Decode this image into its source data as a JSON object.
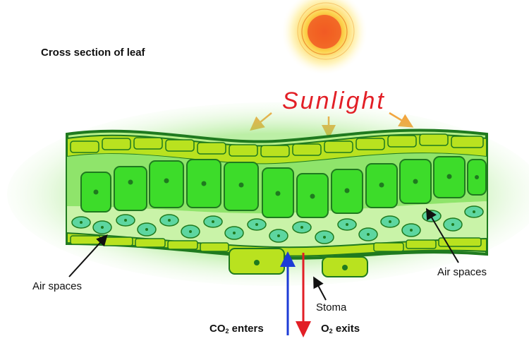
{
  "title": "Cross section of leaf",
  "sunlight_label": "Sunlight",
  "labels": {
    "air_spaces_left": "Air spaces",
    "air_spaces_right": "Air spaces",
    "stoma": "Stoma",
    "co2_prefix": "CO",
    "co2_sub": "2",
    "co2_suffix": " enters",
    "o2_prefix": "O",
    "o2_sub": "2",
    "o2_suffix": " exits"
  },
  "colors": {
    "sun_core": "#f15a24",
    "sun_glow": "#fff1a8",
    "leaf_dark": "#1f7a1f",
    "leaf_light": "#3ddc2a",
    "palisade": "#3ddc2a",
    "epidermis": "#b9e21f",
    "spongy": "#5dd6a0",
    "arrow_orange": "#f7931e",
    "co2_arrow": "#1c3bd6",
    "o2_arrow": "#e21f26",
    "sunlight_text": "#e21f26"
  }
}
